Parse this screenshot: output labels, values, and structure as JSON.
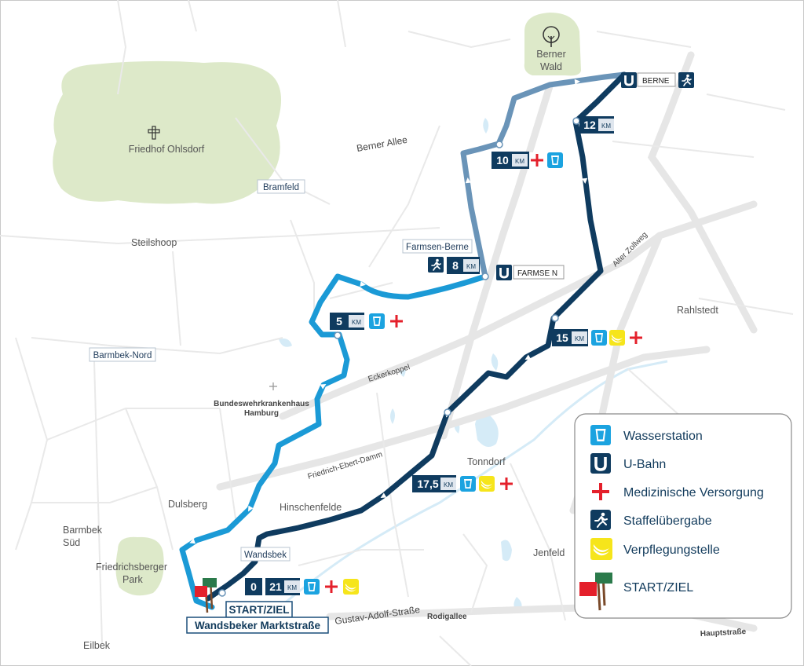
{
  "map": {
    "places": [
      "Friedhof Ohlsdorf",
      "Berner",
      "Wald",
      "Steilshoop",
      "Rahlstedt",
      "Dulsberg",
      "Barmbek",
      "Süd",
      "Friedrichsberger",
      "Park",
      "Eilbek",
      "Tonndorf",
      "Jenfeld",
      "Hinschenfelde",
      "Bundeswehrkrankenhaus",
      "Hamburg"
    ],
    "districts": [
      "Bramfeld",
      "Barmbek-Nord",
      "Farmsen-Berne",
      "Wandsbek"
    ],
    "streets": [
      "Berner Allee",
      "Alter Zollweg",
      "Eckerkoppel",
      "Friedrich-Ebert-Damm",
      "Gustav-Adolf-Straße",
      "Rodigallee",
      "Hauptstraße"
    ],
    "stations": {
      "berne": "BERNE",
      "farmsen": "FARMSE N",
      "u_symbol": "U"
    },
    "km_markers": {
      "km_unit": "KM",
      "km0": "0",
      "km21": "21",
      "km5": "5",
      "km8": "8",
      "km10": "10",
      "km12": "12",
      "km15": "15",
      "km17_5": "17,5"
    },
    "start": {
      "line1": "START/ZIEL",
      "line2": "Wandsbeker Marktstraße"
    }
  },
  "legend": {
    "items": [
      {
        "icon": "water-cup-icon",
        "label": "Wasserstation"
      },
      {
        "icon": "u-bahn-icon",
        "label": "U-Bahn"
      },
      {
        "icon": "medical-cross-icon",
        "label": "Medizinische Versorgung"
      },
      {
        "icon": "relay-runner-icon",
        "label": "Staffelübergabe"
      },
      {
        "icon": "banana-icon",
        "label": "Verpflegungstelle"
      },
      {
        "icon": "start-flags-icon",
        "label": "START/ZIEL"
      }
    ]
  },
  "colors": {
    "route_light": "#1b9ad6",
    "route_mid": "#6a94b8",
    "route_dark": "#0f3b5f",
    "water": "#1ba3e0",
    "medical": "#e4202b",
    "banana": "#f6e51b",
    "park": "#dde9c9"
  }
}
